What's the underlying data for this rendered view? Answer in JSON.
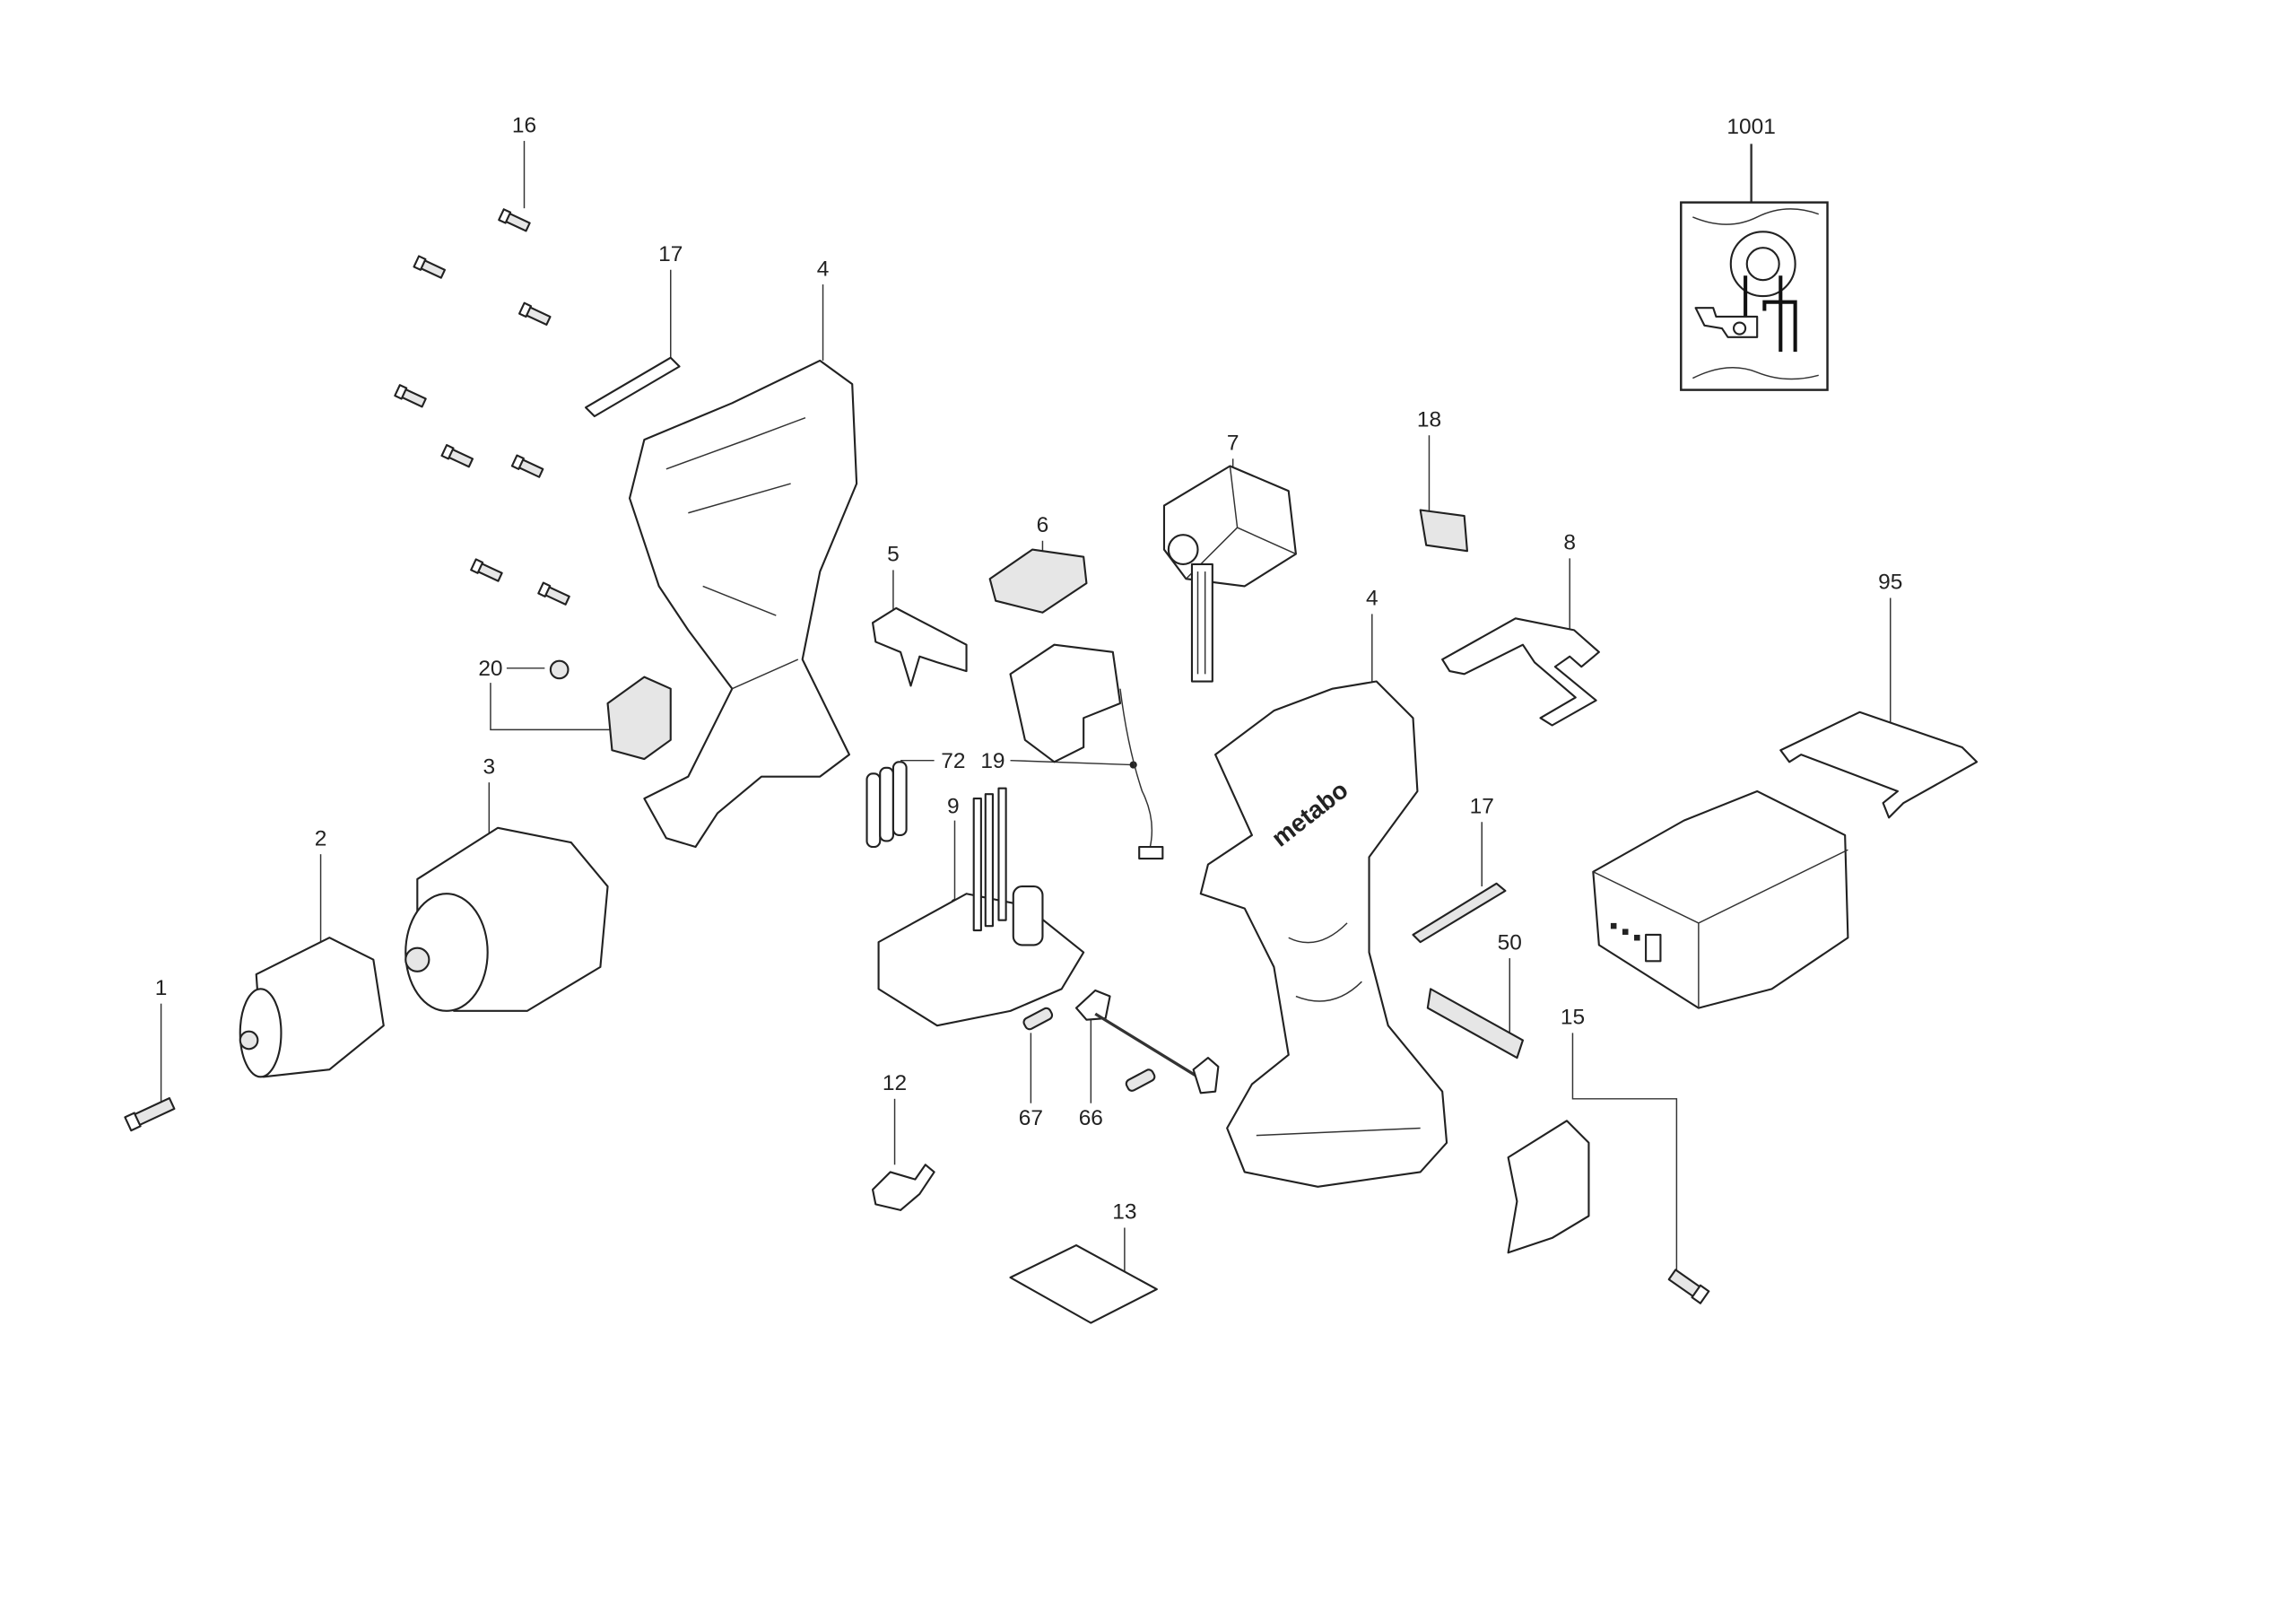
{
  "diagram": {
    "title": "Exploded parts diagram - cordless drill",
    "brand_marking": "metabo",
    "callouts": [
      {
        "id": "c16",
        "text": "16"
      },
      {
        "id": "c17a",
        "text": "17"
      },
      {
        "id": "c4a",
        "text": "4"
      },
      {
        "id": "c1001",
        "text": "1001"
      },
      {
        "id": "c7",
        "text": "7"
      },
      {
        "id": "c18",
        "text": "18"
      },
      {
        "id": "c6",
        "text": "6"
      },
      {
        "id": "c5",
        "text": "5"
      },
      {
        "id": "c8",
        "text": "8"
      },
      {
        "id": "c4b",
        "text": "4"
      },
      {
        "id": "c95",
        "text": "95"
      },
      {
        "id": "c20",
        "text": "20"
      },
      {
        "id": "c3",
        "text": "3"
      },
      {
        "id": "c72",
        "text": "72"
      },
      {
        "id": "c19",
        "text": "19"
      },
      {
        "id": "c2",
        "text": "2"
      },
      {
        "id": "c9",
        "text": "9"
      },
      {
        "id": "c17b",
        "text": "17"
      },
      {
        "id": "c1",
        "text": "1"
      },
      {
        "id": "c50",
        "text": "50"
      },
      {
        "id": "c15",
        "text": "15"
      },
      {
        "id": "c12",
        "text": "12"
      },
      {
        "id": "c67",
        "text": "67"
      },
      {
        "id": "c66",
        "text": "66"
      },
      {
        "id": "c13",
        "text": "13"
      }
    ]
  }
}
